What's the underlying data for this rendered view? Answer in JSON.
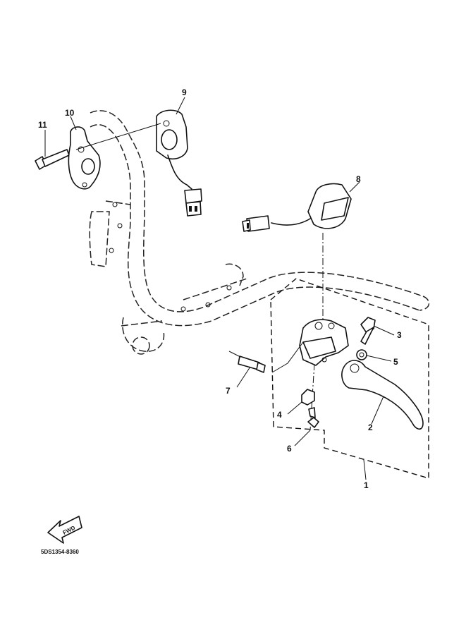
{
  "diagram": {
    "callouts": [
      {
        "id": "1",
        "text": "1"
      },
      {
        "id": "2",
        "text": "2"
      },
      {
        "id": "3",
        "text": "3"
      },
      {
        "id": "4",
        "text": "4"
      },
      {
        "id": "5",
        "text": "5"
      },
      {
        "id": "6",
        "text": "6"
      },
      {
        "id": "7",
        "text": "7"
      },
      {
        "id": "8",
        "text": "8"
      },
      {
        "id": "9",
        "text": "9"
      },
      {
        "id": "10",
        "text": "10"
      },
      {
        "id": "11",
        "text": "11"
      }
    ],
    "fwd_arrow_text": "FWD",
    "drawing_code": "5DS1354-8360"
  }
}
